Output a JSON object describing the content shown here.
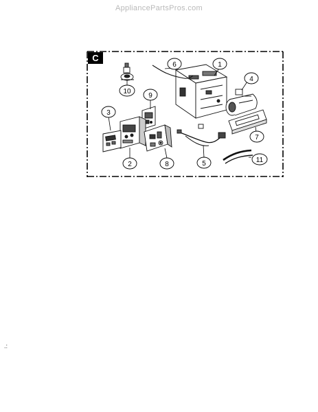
{
  "watermark": "AppliancePartsPros.com",
  "section_label": "C",
  "stray_mark": ".:",
  "parts": [
    {
      "number": "1"
    },
    {
      "number": "2"
    },
    {
      "number": "3"
    },
    {
      "number": "4"
    },
    {
      "number": "5"
    },
    {
      "number": "6"
    },
    {
      "number": "7"
    },
    {
      "number": "8"
    },
    {
      "number": "9"
    },
    {
      "number": "10"
    },
    {
      "number": "11"
    }
  ]
}
